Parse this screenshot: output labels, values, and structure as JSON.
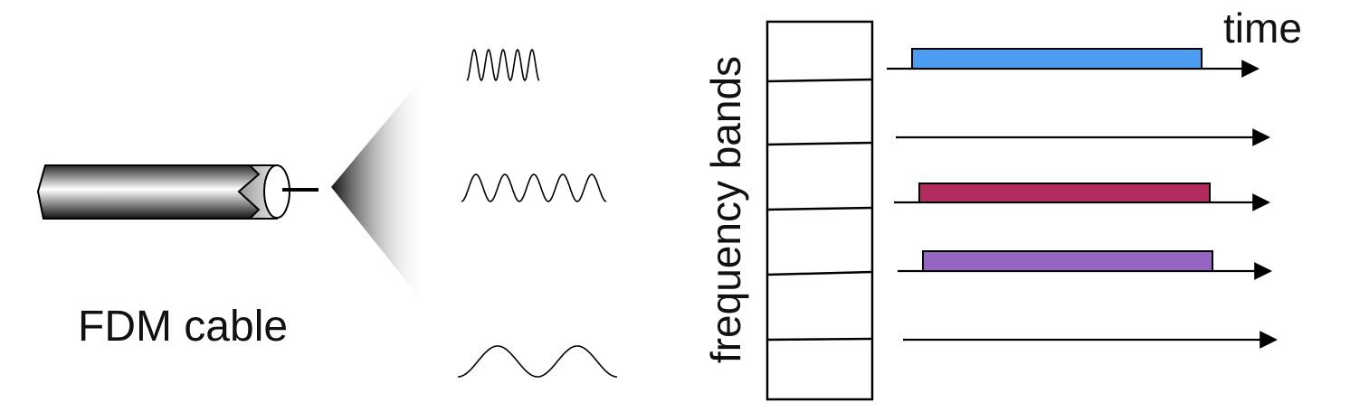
{
  "labels": {
    "cable": "FDM cable",
    "time_axis": "time",
    "frequency_axis": "frequency bands"
  },
  "waves": [
    {
      "name": "high-frequency-wave",
      "cycles": 5
    },
    {
      "name": "medium-frequency-wave",
      "cycles": 5
    },
    {
      "name": "low-frequency-wave",
      "cycles": 2
    }
  ],
  "bands": {
    "count": 6,
    "occupancy": [
      {
        "band": 1,
        "occupied": true,
        "color": "#4a9df0"
      },
      {
        "band": 2,
        "occupied": false
      },
      {
        "band": 3,
        "occupied": true,
        "color": "#b22b5e"
      },
      {
        "band": 4,
        "occupied": true,
        "color": "#9466c2"
      },
      {
        "band": 5,
        "occupied": false
      }
    ]
  },
  "colors": {
    "stroke": "#000000",
    "cable_dark": "#1a1a1a",
    "cable_light": "#ffffff"
  }
}
